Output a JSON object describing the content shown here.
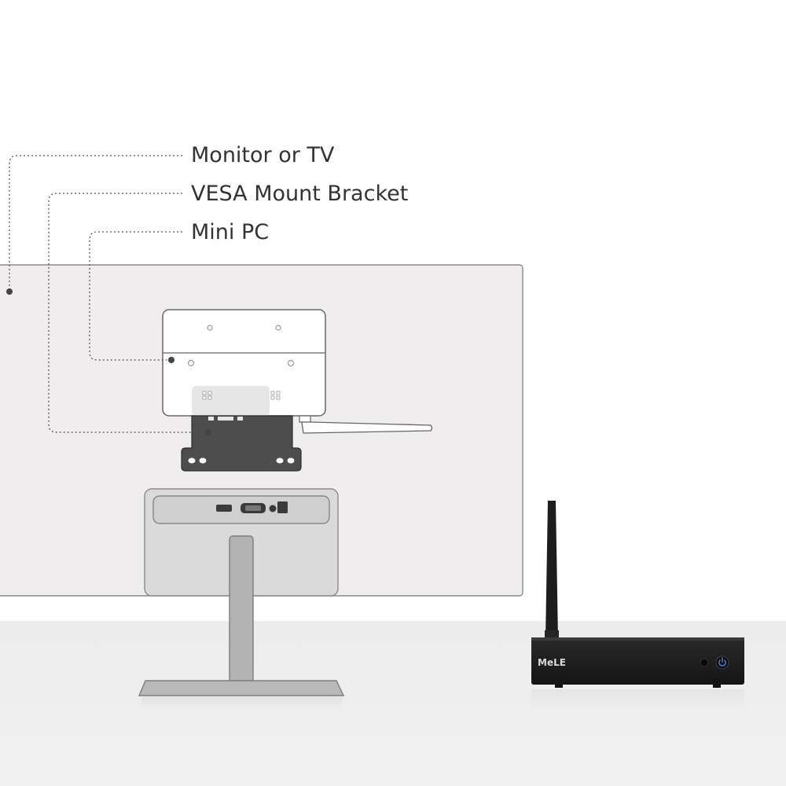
{
  "labels": {
    "monitor": "Monitor or TV",
    "bracket": "VESA Mount Bracket",
    "minipc": "Mini PC"
  },
  "device": {
    "brand": "MeLE"
  },
  "colors": {
    "label_text": "#333333",
    "leader_line": "#555555",
    "monitor_fill": "#efedee",
    "outline": "#8a8a8a",
    "bracket_fill": "#4d4d4d",
    "device_body": "#1e1e1e",
    "power_led": "#3b7fd6",
    "floor": "#eeeeee"
  },
  "icons": [
    "power-icon",
    "antenna-icon",
    "hdmi-port-icon",
    "vga-port-icon"
  ]
}
